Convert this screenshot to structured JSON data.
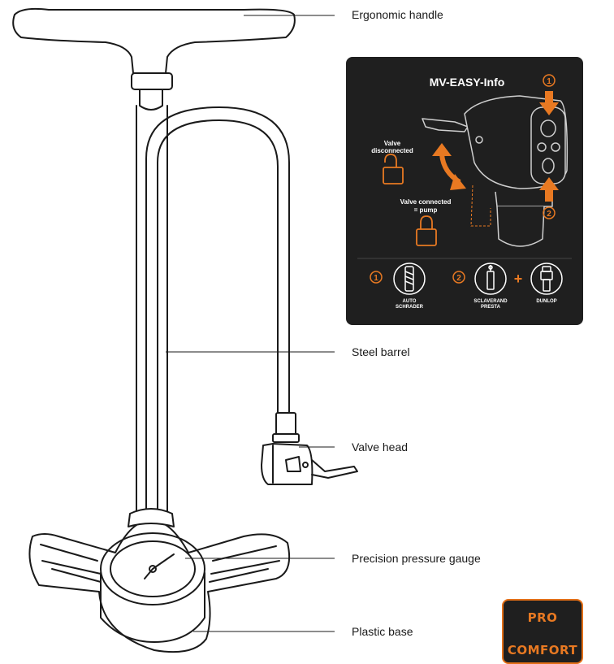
{
  "callouts": [
    {
      "label": "Ergonomic handle"
    },
    {
      "label": "Steel barrel"
    },
    {
      "label": "Valve head"
    },
    {
      "label": "Precision pressure gauge"
    },
    {
      "label": "Plastic base"
    }
  ],
  "info_panel": {
    "title": "MV-EASY-Info",
    "valve_disconnected": [
      "Valve",
      "disconnected"
    ],
    "valve_connected": [
      "Valve connected",
      "= pump"
    ],
    "marker_1": "①",
    "marker_2": "②",
    "plus": "+",
    "valve_types": [
      {
        "lines": [
          "AUTO",
          "SCHRADER"
        ]
      },
      {
        "lines": [
          "SCLAVERAND",
          "PRESTA"
        ]
      },
      {
        "lines": [
          "DUNLOP"
        ]
      }
    ]
  },
  "badge": {
    "line1": "PRO",
    "line2": "COMFORT"
  },
  "colors": {
    "accent": "#e87922",
    "panel": "#1f1f1f",
    "line": "#1a1a1a"
  },
  "icons": [
    "lock-open-icon",
    "lock-closed-icon",
    "arrow-down-icon",
    "arrow-up-icon",
    "curved-double-arrow-icon"
  ]
}
